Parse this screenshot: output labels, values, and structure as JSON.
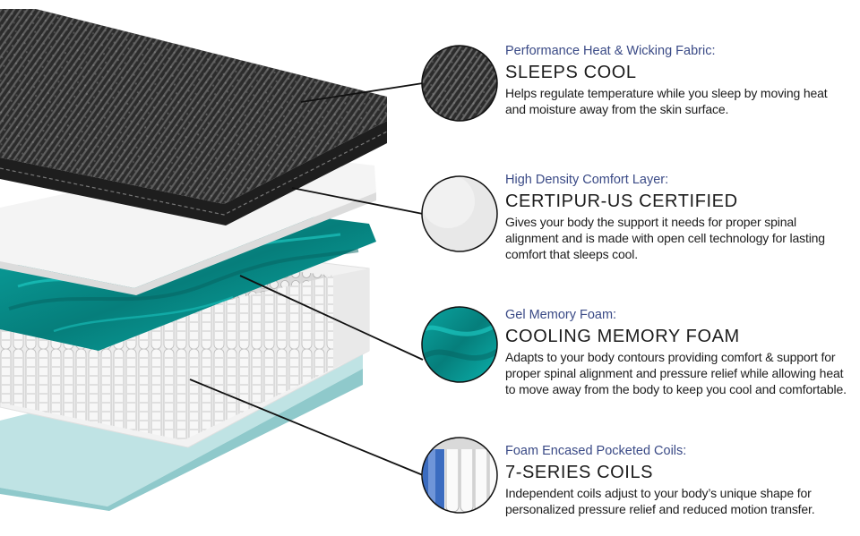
{
  "layers": [
    {
      "subtitle": "Performance Heat & Wicking Fabric:",
      "title": "SLEEPS COOL",
      "description": "Helps regulate temperature while you sleep by moving heat and moisture away from the skin surface.",
      "swatch_icon": "knit-fabric-swatch-icon",
      "swatch_color": "#2b2b2b"
    },
    {
      "subtitle": "High Density Comfort Layer:",
      "title": "CERTIPUR-US CERTIFIED",
      "description": "Gives your body the support it needs for proper spinal alignment and is made with open cell technology for lasting comfort that sleeps cool.",
      "swatch_icon": "white-foam-swatch-icon",
      "swatch_color": "#e6e6e6"
    },
    {
      "subtitle": "Gel Memory Foam:",
      "title": "COOLING MEMORY FOAM",
      "description": "Adapts to your body contours providing comfort & support for proper spinal alignment and pressure relief while allowing heat to move away from the body to keep you cool and comfortable.",
      "swatch_icon": "gel-foam-swatch-icon",
      "swatch_color": "#0e8f8c"
    },
    {
      "subtitle": "Foam Encased Pocketed Coils:",
      "title": "7-SERIES COILS",
      "description": "Independent coils adjust to your body’s unique shape for personalized pressure relief and reduced motion transfer.",
      "swatch_icon": "pocketed-coil-swatch-icon",
      "swatch_color": "#3b6cc0"
    }
  ],
  "colors": {
    "subtitle": "#3a4a86",
    "text": "#1c1c1c",
    "cover": "#2a2a2a",
    "gel": "#0e9a96",
    "base": "#bfe3e4"
  }
}
